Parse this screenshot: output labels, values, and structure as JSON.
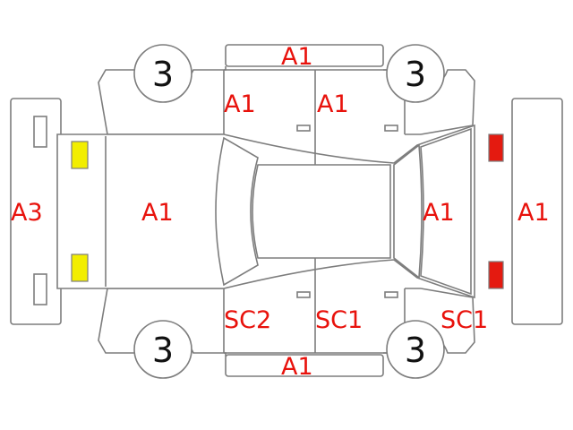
{
  "labels": {
    "roof_top": "A1",
    "door_front_left_top": "A1",
    "door_rear_left_top": "A1",
    "rear_bumper": "A3",
    "hood": "A1",
    "trunk": "A1",
    "front_bumper": "A1",
    "door_front_left_bottom": "SC2",
    "door_rear_bottom": "SC1",
    "fender_bottom_right": "SC1",
    "roof_bottom": "A1"
  },
  "wheels": {
    "top_left": "3",
    "top_right": "3",
    "bottom_left": "3",
    "bottom_right": "3"
  },
  "colors": {
    "label": "#e8120c",
    "outline": "#7d7d7d",
    "light_yellow": "#f2ee00",
    "light_red": "#e41a10"
  }
}
